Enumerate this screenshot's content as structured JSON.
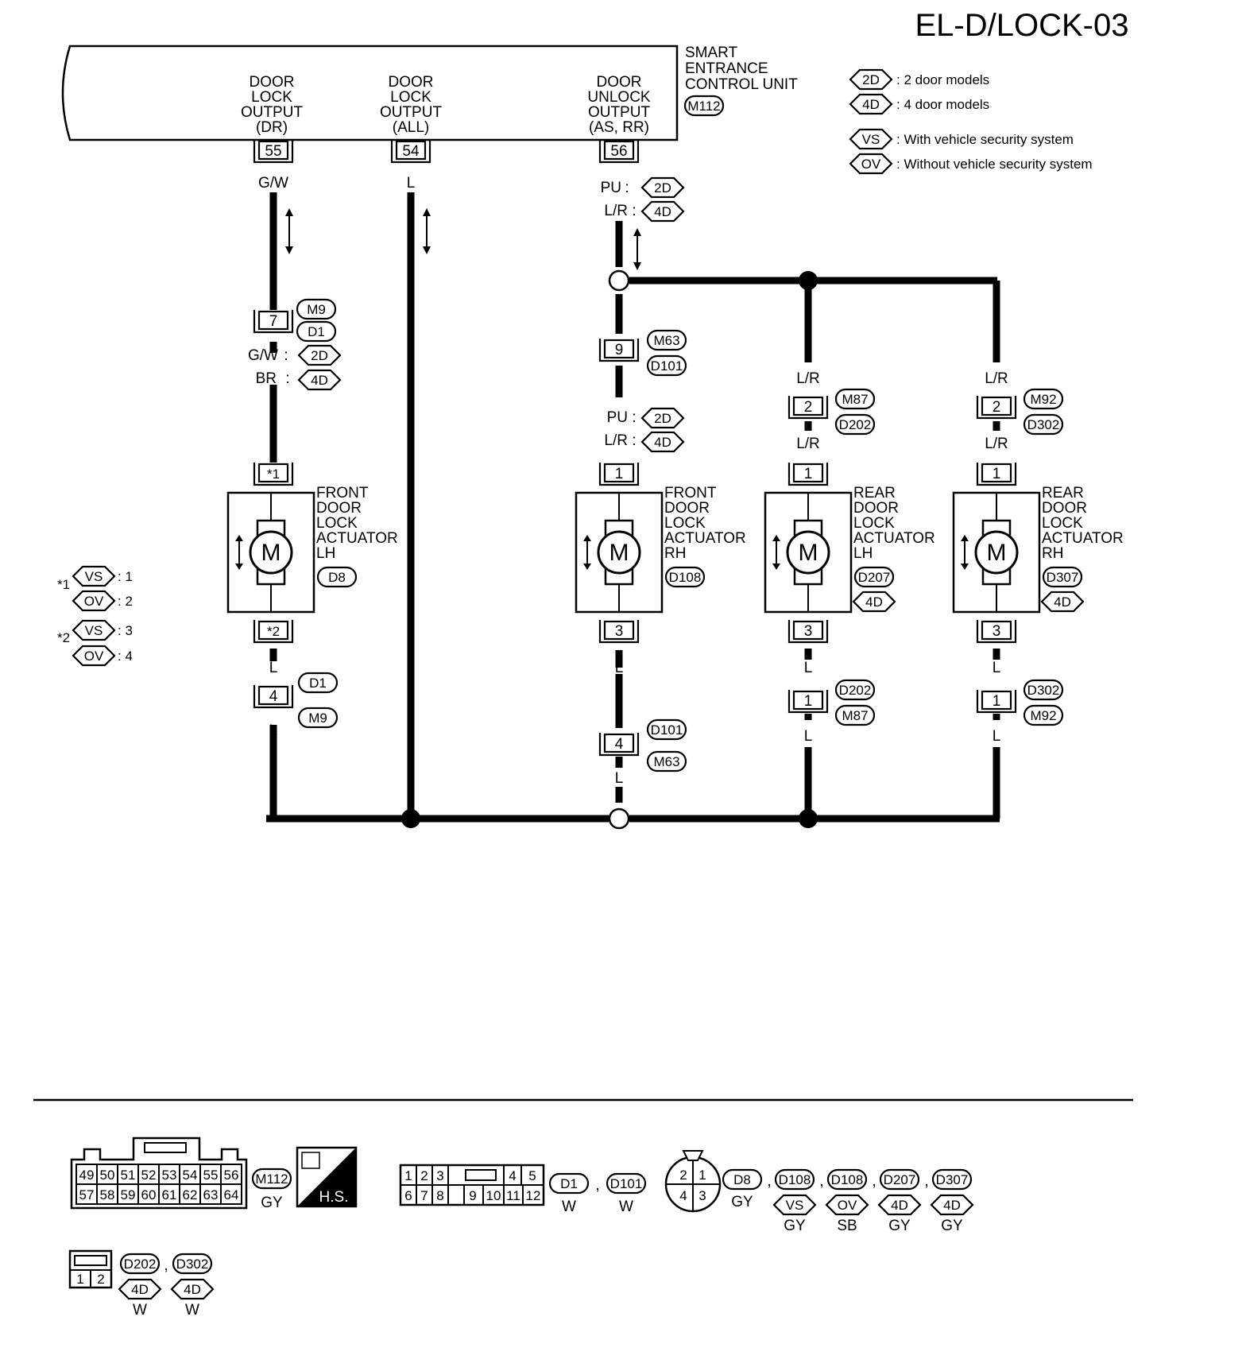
{
  "page_id": "EL-D/LOCK-03",
  "control_unit": {
    "name_lines": [
      "SMART",
      "ENTRANCE",
      "CONTROL UNIT"
    ],
    "connector": "M112",
    "outputs": [
      {
        "lines": [
          "DOOR",
          "LOCK",
          "OUTPUT",
          "(DR)"
        ],
        "pin": "55",
        "wire": "G/W"
      },
      {
        "lines": [
          "DOOR",
          "LOCK",
          "OUTPUT",
          "(ALL)"
        ],
        "pin": "54",
        "wire": "L"
      },
      {
        "lines": [
          "DOOR",
          "UNLOCK",
          "OUTPUT",
          "(AS, RR)"
        ],
        "pin": "56",
        "wire": "PU",
        "wire_4d": "L/R"
      }
    ]
  },
  "legend": [
    {
      "code": "2D",
      "text": ": 2 door models"
    },
    {
      "code": "4D",
      "text": ": 4 door models"
    },
    {
      "code": "VS",
      "text": ": With vehicle security system"
    },
    {
      "code": "OV",
      "text": ": Without vehicle security system"
    }
  ],
  "wire_labels": {
    "gw": "G/W",
    "l": "L",
    "pu": "PU",
    "lr": "L/R",
    "br": "BR",
    "colon": ":",
    "code_2d": "2D",
    "code_4d": "4D"
  },
  "connectors": {
    "m9": "M9",
    "d1": "D1",
    "m63": "M63",
    "d101": "D101",
    "m87": "M87",
    "d202": "D202",
    "m92": "M92",
    "d302": "D302",
    "d8": "D8",
    "d108": "D108",
    "d207": "D207",
    "d307": "D307"
  },
  "pins": {
    "p7": "7",
    "p4": "4",
    "p9": "9",
    "p2": "2",
    "p1": "1",
    "p3": "3",
    "star1": "*1",
    "star2": "*2"
  },
  "actuators": [
    {
      "lines": [
        "FRONT",
        "DOOR",
        "LOCK",
        "ACTUATOR",
        "LH"
      ],
      "connector": "D8"
    },
    {
      "lines": [
        "FRONT",
        "DOOR",
        "LOCK",
        "ACTUATOR",
        "RH"
      ],
      "connector": "D108"
    },
    {
      "lines": [
        "REAR",
        "DOOR",
        "LOCK",
        "ACTUATOR",
        "LH"
      ],
      "connector": "D207",
      "model": "4D"
    },
    {
      "lines": [
        "REAR",
        "DOOR",
        "LOCK",
        "ACTUATOR",
        "RH"
      ],
      "connector": "D307",
      "model": "4D"
    }
  ],
  "motor_symbol": "M",
  "notes": {
    "star1": "*1",
    "star2": "*2",
    "vs": "VS",
    "ov": "OV",
    "v1": ": 1",
    "v2": ": 2",
    "v3": ": 3",
    "v4": ": 4"
  },
  "connector_faces": {
    "m112_pins_top": [
      "49",
      "50",
      "51",
      "52",
      "53",
      "54",
      "55",
      "56"
    ],
    "m112_pins_bottom": [
      "57",
      "58",
      "59",
      "60",
      "61",
      "62",
      "63",
      "64"
    ],
    "m112_id": "M112",
    "m112_color": "GY",
    "hs": "H.S.",
    "twelve_top": [
      "1",
      "2",
      "3",
      "4",
      "5"
    ],
    "twelve_bottom": [
      "6",
      "7",
      "8",
      "9",
      "10",
      "11",
      "12"
    ],
    "d1_id": "D1",
    "d1_color": "W",
    "d101_id": "D101",
    "d101_color": "W",
    "round_pins": [
      "2",
      "1",
      "4",
      "3"
    ],
    "d8_id": "D8",
    "d8_color": "GY",
    "d108a_id": "D108",
    "d108a_code": "VS",
    "d108a_color": "GY",
    "d108b_id": "D108",
    "d108b_code": "OV",
    "d108b_color": "SB",
    "d207_id": "D207",
    "d207_code": "4D",
    "d207_color": "GY",
    "d307_id": "D307",
    "d307_code": "4D",
    "d307_color": "GY",
    "two_pins": [
      "1",
      "2"
    ],
    "d202_id": "D202",
    "d202_code": "4D",
    "d202_color": "W",
    "d302_id": "D302",
    "d302_code": "4D",
    "d302_color": "W",
    "comma": ","
  }
}
